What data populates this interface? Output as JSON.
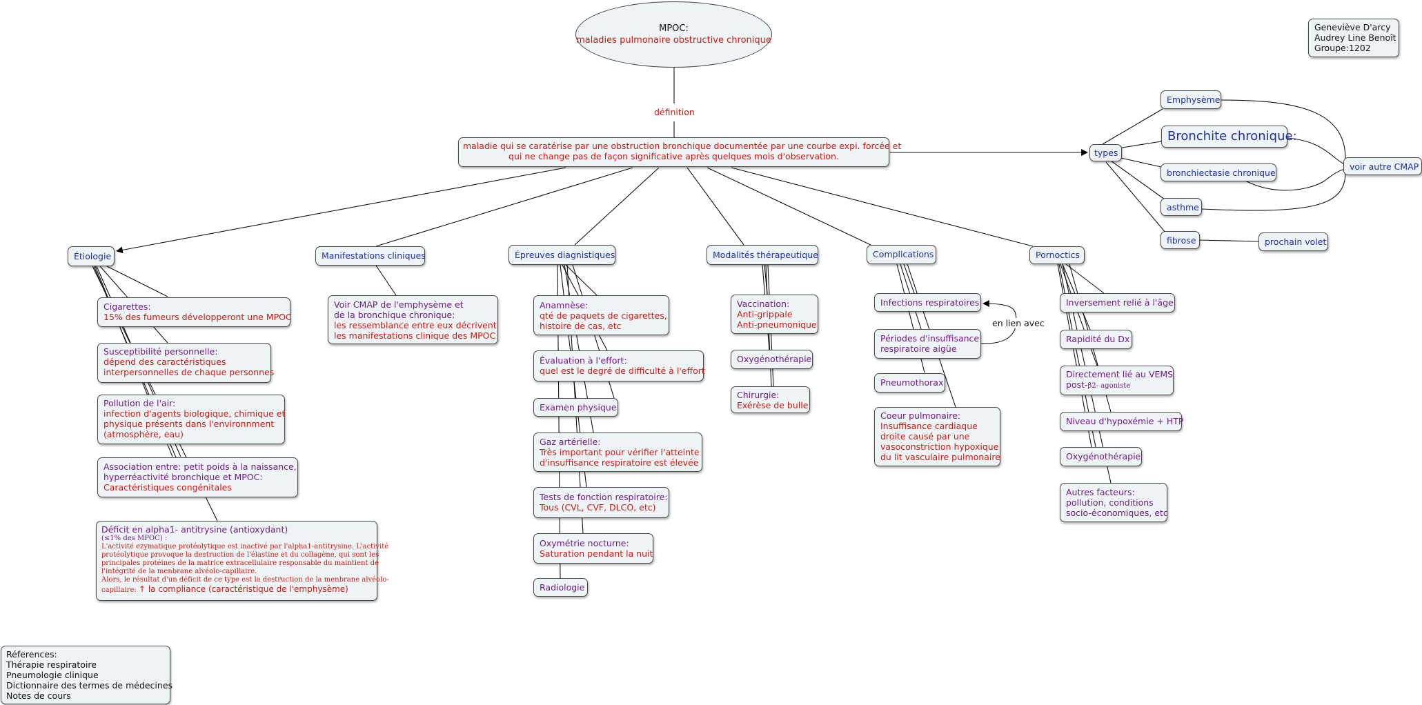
{
  "title": {
    "line1": "MPOC:",
    "line2": "maladies pulmonaire obstructive chronique"
  },
  "authors": [
    "Geneviève D'arcy",
    "Audrey Line Benoît",
    "Groupe:1202"
  ],
  "link_labels": {
    "definition": "définition",
    "en_lien": "en lien avec"
  },
  "definition": {
    "line1": "maladie qui se caratérise par une obstruction bronchique documentée par une courbe expi. forcée et",
    "line2": "qui ne change pas de façon significative après quelques mois d'observation."
  },
  "types": {
    "label": "types",
    "items": [
      "Emphysème",
      "Bronchite chronique:",
      "bronchiectasie chronique",
      "asthme",
      "fibrose"
    ],
    "voir_autre": "voir autre CMAP",
    "prochain": "prochain volet"
  },
  "categories": {
    "etiologie": "Étiologie",
    "manifestations": "Manifestations cliniques",
    "epreuves": "Épreuves diagnistiques",
    "modalites": "Modalités thérapeutique",
    "complications": "Complications",
    "pronostic": "Pornoctics"
  },
  "etiologie": {
    "cigarettes": {
      "title": "Cigarettes:",
      "text": "15% des fumeurs développeront une MPOC"
    },
    "susceptibilite": {
      "title": "Susceptibilité personnelle:",
      "l1": "dépend des caractéristiques",
      "l2": "interpersonnelles de chaque personnes"
    },
    "pollution": {
      "title": "Pollution de l'air:",
      "l1": "infection d'agents biologique, chimique et",
      "l2": "physique présents dans l'environnment",
      "l3": "(atmosphère, eau)"
    },
    "association": {
      "l1": "Association entre: petit poids à la naissance,",
      "l2": "hyperréactivité bronchique et MPOC:",
      "l3": "Caractéristiques congénitales"
    },
    "deficit": {
      "title": "Déficit en alpha1- antitrysine (antioxydant)",
      "sub": "(≤1% des MPOC) :",
      "l1": "L'activité ezymatique protéolytique est inactivé par l'alpha1-antitrysine. L'activité",
      "l2": "protéolytique provoque la destruction de l'élastine et du collagène, qui sont les",
      "l3": "principales protéines de la matrice extracellulaire responsable du maintient de",
      "l4": "l'intégrité de la menbrane alvéolo-capillaire.",
      "l5": "Alors, le résultat d'un déficit de ce type est la destruction de la menbrane alvéolo-",
      "l6a": "capillaire: ",
      "l6b": "↑ la compliance (caractéristique de l'emphysème)"
    }
  },
  "manifestations": {
    "l1": "Voir CMAP de l'emphysème et",
    "l2": "de la bronchique chronique:",
    "l3": "les ressemblance entre eux décrivent",
    "l4": "les manifestations clinique des MPOC"
  },
  "epreuves": {
    "anamnese": {
      "title": "Anamnèse:",
      "l1": "qté de paquets de cigarettes,",
      "l2": "histoire de cas, etc"
    },
    "evaluation": {
      "title": "Évaluation à l'effort:",
      "text": "quel est le degré de difficulté à l'effort"
    },
    "examen": "Examen physique",
    "gaz": {
      "title": "Gaz artérielle:",
      "l1": "Très important pour vérifier l'atteinte",
      "l2": "d'insuffisance respiratoire est élevée"
    },
    "tests": {
      "title": "Tests de fonction respiratoire:",
      "text": "Tous (CVL, CVF, DLCO, etc)"
    },
    "oxymetrie": {
      "title": "Oxymétrie nocturne:",
      "text": "Saturation pendant la nuit"
    },
    "radiologie": "Radiologie"
  },
  "modalites": {
    "vaccination": {
      "title": "Vaccination:",
      "l1": "Anti-grippale",
      "l2": "Anti-pneumonique"
    },
    "oxygeno": "Oxygénothérapie",
    "chirurgie": {
      "title": "Chirurgie:",
      "text": "Exérèse de bulle"
    }
  },
  "complications": {
    "infections": "Infections respiratoires",
    "periodes": {
      "l1": "Périodes d'insuffisance",
      "l2": "respiratoire aigüe"
    },
    "pneumothorax": "Pneumothorax",
    "coeur": {
      "title": "Coeur pulmonaire:",
      "l1": "Insuffisance cardiaque",
      "l2": "droite causé par une",
      "l3": "vasoconstriction hypoxique",
      "l4": "du lit vasculaire pulmonaire"
    }
  },
  "pronostic": {
    "age": "Inversement relié à l'âge",
    "rapidite": "Rapidité du Dx",
    "vems": {
      "l1": "Directement lié au VEMS",
      "l2a": "post-",
      "l2b": "β2- agoniste"
    },
    "hypoxemie": "Niveau d'hypoxémie + HTP",
    "oxygeno": "Oxygénothérapie",
    "autres": {
      "title": "Autres facteurs:",
      "l1": "pollution, conditions",
      "l2": "socio-économiques, etc"
    }
  },
  "references": [
    "Réferences:",
    "Thérapie respiratoire",
    "Pneumologie clinique",
    "Dictionnaire des termes de médecines",
    "Notes de cours"
  ]
}
